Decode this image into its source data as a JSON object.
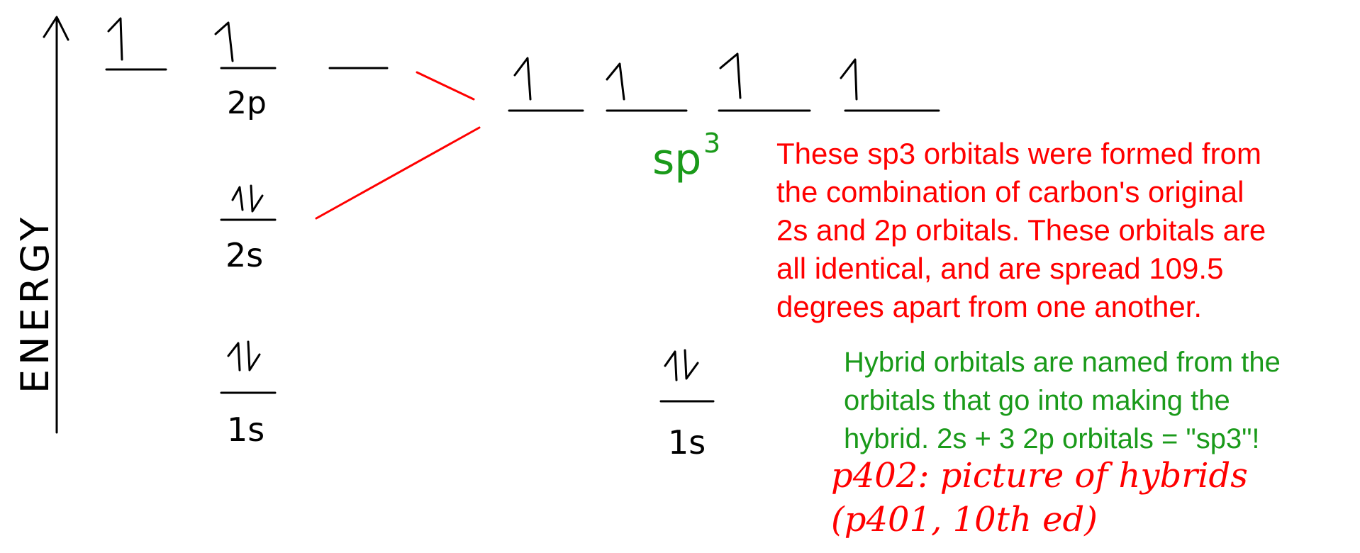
{
  "colors": {
    "ink": "#000000",
    "red": "#ff0000",
    "green": "#1a9a1a"
  },
  "axis": {
    "label": "ENERGY"
  },
  "levels": {
    "label_2p": "2p",
    "label_2s": "2s",
    "label_1s_left": "1s",
    "label_1s_right": "1s",
    "label_sp3": "sp",
    "label_sp3_sup": "3"
  },
  "note_sp3": {
    "lines": [
      "These sp3 orbitals were formed from",
      "the combination of carbon's original",
      "2s and 2p orbitals.  These orbitals are",
      "all identical, and are spread 109.5",
      "degrees apart from one another."
    ]
  },
  "note_hybrid": {
    "lines": [
      "Hybrid orbitals are named from the",
      "orbitals that go into making the",
      "hybrid.  2s + 3 2p orbitals = \"sp3\"!"
    ]
  },
  "handwritten_note": {
    "lines": [
      "p402: picture of hybrids",
      "(p401, 10th ed)"
    ]
  }
}
